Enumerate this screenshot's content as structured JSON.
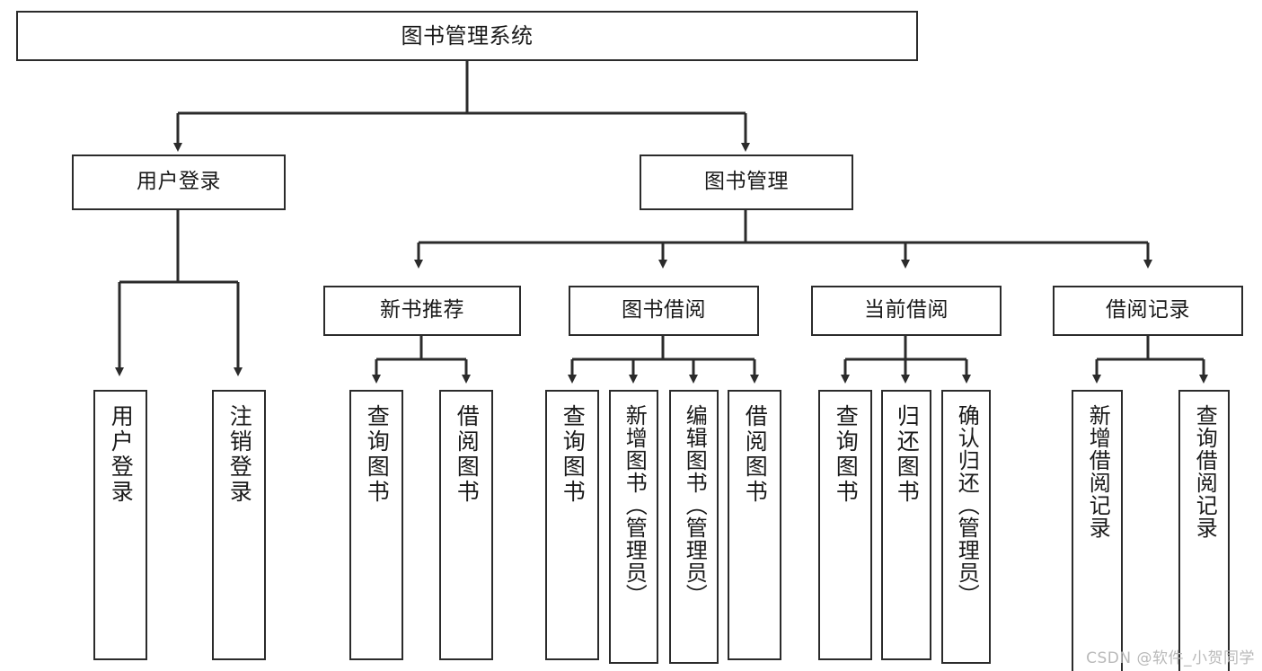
{
  "diagram": {
    "title": "图书管理系统",
    "type": "tree",
    "watermark": "CSDN @软件_小贺同学",
    "stroke_color": "#2b2b2b",
    "fill_color": "#ffffff",
    "text_color": "#1a1a1a",
    "watermark_color": "#b9b9b9"
  },
  "nodes": {
    "root": {
      "label": "图书管理系统"
    },
    "level2": [
      {
        "label": "用户登录"
      },
      {
        "label": "图书管理"
      }
    ],
    "level3": [
      {
        "label": "新书推荐"
      },
      {
        "label": "图书借阅"
      },
      {
        "label": "当前借阅"
      },
      {
        "label": "借阅记录"
      }
    ],
    "leaves": {
      "user_login": [
        {
          "label": "用户登录"
        },
        {
          "label": "注销登录"
        }
      ],
      "new_book_recommend": [
        {
          "label": "查询图书"
        },
        {
          "label": "借阅图书"
        }
      ],
      "book_borrow": [
        {
          "label": "查询图书"
        },
        {
          "label": "新增图书（管理员）"
        },
        {
          "label": "编辑图书（管理员）"
        },
        {
          "label": "借阅图书"
        }
      ],
      "current_borrow": [
        {
          "label": "查询图书"
        },
        {
          "label": "归还图书"
        },
        {
          "label": "确认归还（管理员）"
        }
      ],
      "borrow_record": [
        {
          "label": "新增借阅记录"
        },
        {
          "label": "查询借阅记录"
        }
      ]
    }
  }
}
